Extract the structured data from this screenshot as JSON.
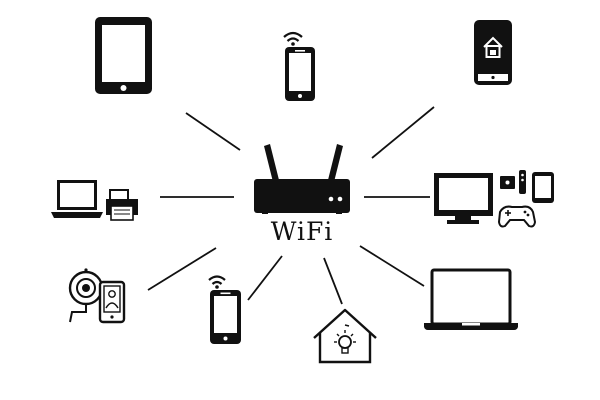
{
  "hub": {
    "label": "WiFi",
    "icon": "wifi-router-icon"
  },
  "devices": [
    {
      "id": "tablet",
      "icon": "tablet-icon"
    },
    {
      "id": "smartphone-signal",
      "icon": "smartphone-wifi-icon"
    },
    {
      "id": "secure-phone",
      "icon": "smartphone-lock-icon"
    },
    {
      "id": "laptop-printer",
      "icon": "laptop-printer-icon"
    },
    {
      "id": "tv-console",
      "icon": "tv-console-icon"
    },
    {
      "id": "camera-doorphone",
      "icon": "security-camera-icon"
    },
    {
      "id": "phone-bottom",
      "icon": "smartphone-wifi-icon"
    },
    {
      "id": "smart-home",
      "icon": "smart-home-icon"
    },
    {
      "id": "laptop",
      "icon": "laptop-icon"
    }
  ],
  "colors": {
    "ink": "#111111",
    "background": "#ffffff"
  }
}
